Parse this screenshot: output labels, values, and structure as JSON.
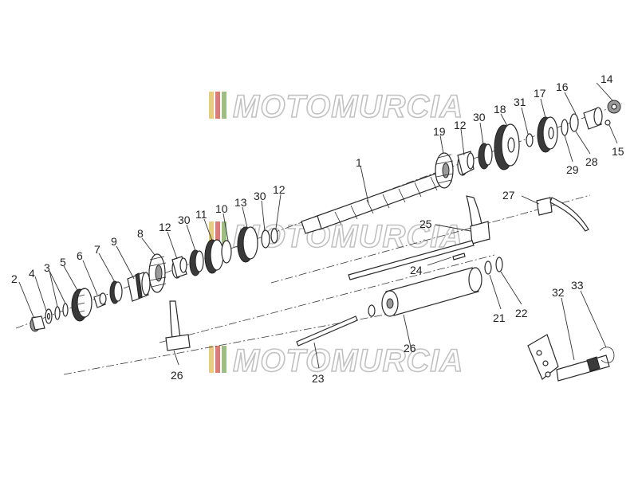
{
  "watermark": {
    "text": "MOTOMURCIA",
    "stripe_colors": [
      "#e7c36a",
      "#d7665c",
      "#8cb26f"
    ]
  },
  "callouts": {
    "c1": "1",
    "c2": "2",
    "c3": "3",
    "c4": "4",
    "c5": "5",
    "c6": "6",
    "c7": "7",
    "c8": "8",
    "c9": "9",
    "c10": "10",
    "c11": "11",
    "c12a": "12",
    "c12b": "12",
    "c12c": "12",
    "c13": "13",
    "c14": "14",
    "c15": "15",
    "c16": "16",
    "c17": "17",
    "c18": "18",
    "c19": "19",
    "c21": "21",
    "c22": "22",
    "c23": "23",
    "c24": "24",
    "c25": "25",
    "c26a": "26",
    "c26b": "26",
    "c27": "27",
    "c28": "28",
    "c29": "29",
    "c30a": "30",
    "c30b": "30",
    "c31": "31",
    "c32": "32",
    "c33": "33"
  }
}
